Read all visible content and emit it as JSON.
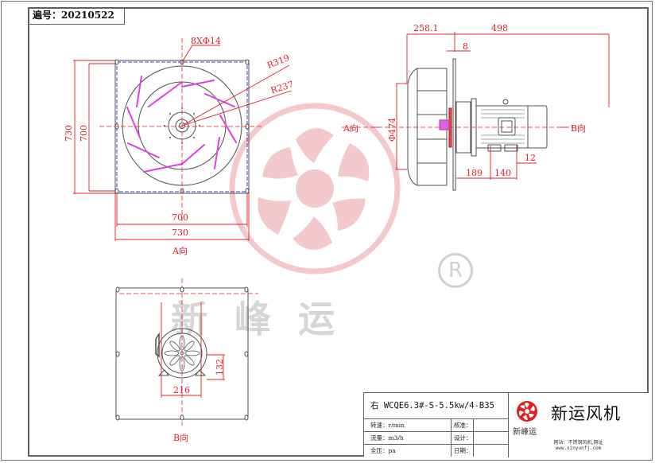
{
  "drawing": {
    "code_label": "遍号：20210522",
    "views": {
      "front_view_A": {
        "caption": "A向",
        "hole_callout": "8XΦ14",
        "radius_outer": "R319",
        "radius_inner": "R237",
        "height_outer": "730",
        "height_inner": "700",
        "width_inner": "700",
        "width_outer": "730"
      },
      "side_view": {
        "dim_impeller_depth": "258.1",
        "dim_motor_length": "498",
        "dim_plate_thickness": "8",
        "dim_diameter": "Φ474",
        "dim_foot_offset": "189",
        "dim_foot_spacing": "140",
        "dim_foot_hole": "12",
        "arrow_left": "A向",
        "arrow_right": "B向"
      },
      "rear_view_B": {
        "caption": "B向",
        "dim_width": "216",
        "dim_height": "132"
      }
    },
    "watermark": {
      "brand_text": "新峰运",
      "registered_mark": "R"
    },
    "colors": {
      "dimension": "#e0202a",
      "blade": "#e040e0",
      "flange": "#4040c0",
      "outline": "#505050",
      "watermark_red": "#f2c4c6",
      "watermark_gray": "#cfcfcf"
    }
  },
  "title_block": {
    "model": "右 WCQE6.3#-S-5.5kw/4-B35",
    "rows": [
      {
        "field": "转速：r/min",
        "label": "核准：",
        "value": ""
      },
      {
        "field": "流量：m3/h",
        "label": "设计：",
        "value": ""
      },
      {
        "field": "全压：pa",
        "label": "日期：",
        "value": ""
      }
    ],
    "brand_logo_text": "新峰运",
    "brand_title": "新运风机",
    "website_label": "网站：不锈钢风机,网址",
    "website_url": "www.xinyunfj.com"
  }
}
